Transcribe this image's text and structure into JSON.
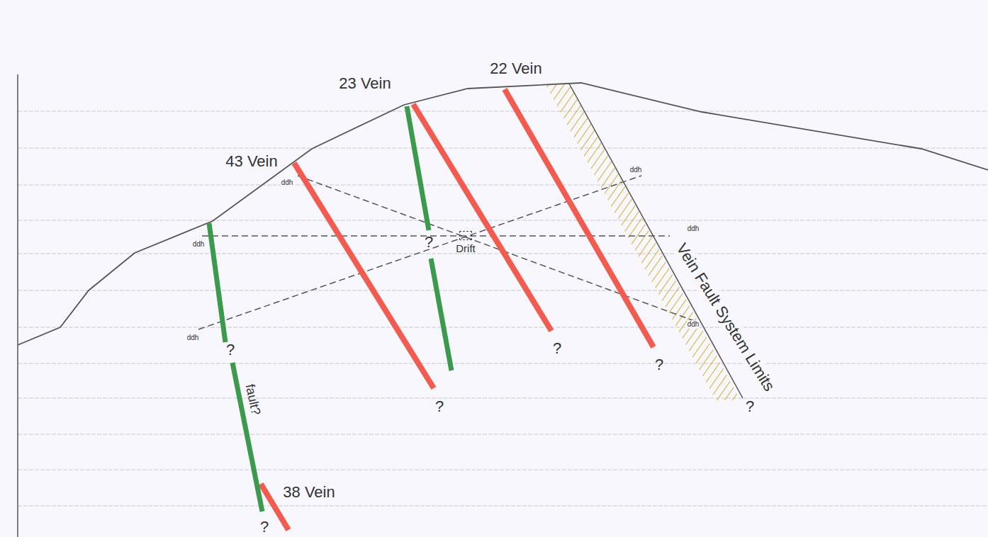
{
  "diagram": {
    "nodes": [
      {
        "text": [
          "Drift"
        ]
      }
    ],
    "labels": [
      "23 Vein",
      "22 Vein",
      "43 Vein",
      "ddh",
      "ddh",
      "ddh",
      "ddh",
      "ddh",
      "ddh",
      "?",
      "?",
      "?",
      "?",
      "?",
      "?",
      "fault?",
      "Vein Fault System Limits",
      "38 Vein",
      "?"
    ]
  }
}
